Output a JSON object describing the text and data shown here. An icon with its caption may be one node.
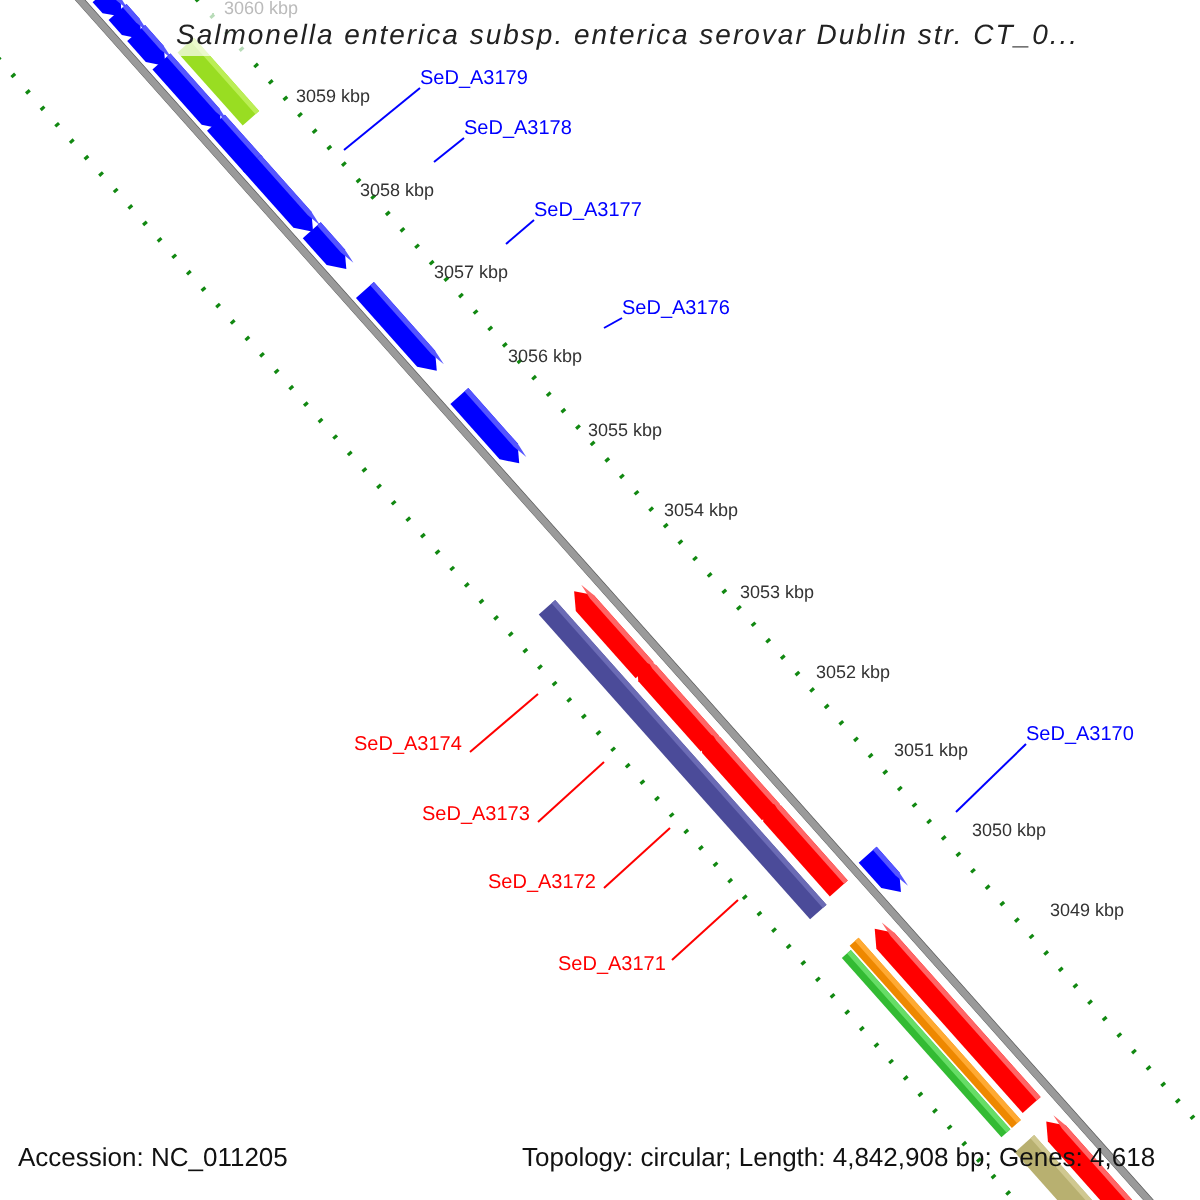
{
  "diagram": {
    "title": "Salmonella enterica subsp. enterica serovar Dublin str. CT_0...",
    "nodes": [
      {
        "text": [
          "SeD_A3179"
        ]
      },
      {
        "text": [
          "SeD_A3178"
        ]
      },
      {
        "text": [
          "SeD_A3177"
        ]
      },
      {
        "text": [
          "SeD_A3176"
        ]
      },
      {
        "text": [
          "SeD_A3170"
        ]
      },
      {
        "text": [
          "SeD_A3174"
        ]
      },
      {
        "text": [
          "SeD_A3173"
        ]
      },
      {
        "text": [
          "SeD_A3172"
        ]
      },
      {
        "text": [
          "SeD_A3171"
        ]
      }
    ],
    "edges": [
      {
        "from": 0,
        "to": null,
        "arrow": "none"
      },
      {
        "from": 1,
        "to": null,
        "arrow": "none"
      },
      {
        "from": 2,
        "to": null,
        "arrow": "none"
      },
      {
        "from": 3,
        "to": null,
        "arrow": "none"
      },
      {
        "from": 4,
        "to": null,
        "arrow": "none"
      },
      {
        "from": 5,
        "to": null,
        "arrow": "none",
        "color": "#ff0000"
      },
      {
        "from": 6,
        "to": null,
        "arrow": "none",
        "color": "#ff0000"
      },
      {
        "from": 7,
        "to": null,
        "arrow": "none",
        "color": "#ff0000"
      },
      {
        "from": 8,
        "to": null,
        "arrow": "none",
        "color": "#ff0000"
      }
    ],
    "labels": [
      "3060 kbp",
      "3059 kbp",
      "3058 kbp",
      "3057 kbp",
      "3056 kbp",
      "3055 kbp",
      "3054 kbp",
      "3053 kbp",
      "3052 kbp",
      "3051 kbp",
      "3050 kbp",
      "3049 kbp",
      "Accession: NC_011205",
      "Topology: circular; Length: 4,842,908 bp; Genes: 4,618"
    ]
  }
}
